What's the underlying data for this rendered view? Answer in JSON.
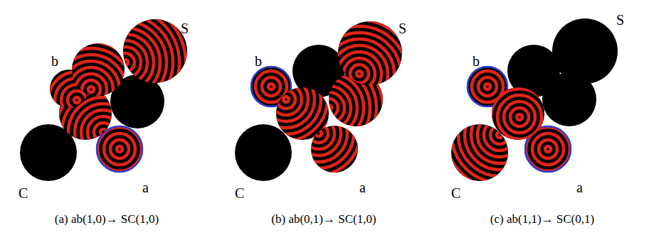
{
  "diagram": {
    "labels": [
      "b",
      "S",
      "C",
      "a",
      "b",
      "S",
      "C",
      "a",
      "b",
      "S",
      "C",
      "a",
      "(a) ab(1,0)→ SC(1,0)",
      "(b) ab(0,1)→ SC(1,0)",
      "(c) ab(1,1)→ SC(0,1)"
    ]
  }
}
